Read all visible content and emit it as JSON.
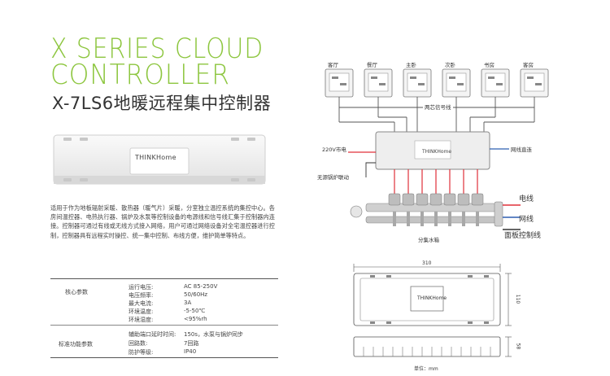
{
  "header": {
    "title_line1": "X SERIES CLOUD",
    "title_line2": "CONTROLLER",
    "subtitle": "X-7LS6地暖远程集中控制器"
  },
  "product": {
    "brand": "THINKHome"
  },
  "description": "适用于作为地板辐射采暖、散热器（暖气片）采暖，分室独立温控系统的集控中心。各房间温控器、电热执行器、锅炉及水泵等控制设备的电源线和信号线汇集于控制器内连接。控制器可通过有线或无线方式接入网络，用户可通过网络设备对全宅温控器进行控制，控制器具有远程实时操控、统一集中控制、布线方便，维护简单等特点。",
  "specs": {
    "core_label": "核心参数",
    "core": [
      {
        "name": "运行电压:",
        "value": "AC 85-250V"
      },
      {
        "name": "电压频率:",
        "value": "50/60Hz"
      },
      {
        "name": "最大电流:",
        "value": "3A"
      },
      {
        "name": "环境温度:",
        "value": "-5-50℃"
      },
      {
        "name": "环境湿度:",
        "value": "<95%rh"
      }
    ],
    "standard_label": "标准功能参数",
    "standard": [
      {
        "name": "辅助端口延时时间:",
        "value": "150s，水泵与锅炉同步"
      },
      {
        "name": "回路数:",
        "value": "7回路"
      },
      {
        "name": "防护等级:",
        "value": "IP40"
      }
    ]
  },
  "diagram": {
    "rooms": [
      "客厅",
      "餐厅",
      "主卧",
      "次卧",
      "书房",
      "客房"
    ],
    "signal_label": "两芯信号线",
    "power_label": "220V市电",
    "network_label": "网线直连",
    "boiler_label": "无源锅炉联动",
    "manifold_label": "分集水箱",
    "legend": {
      "power": "电线",
      "network": "网线",
      "panel": "面板控制线"
    }
  },
  "dimensions": {
    "width": "310",
    "height": "110",
    "depth": "58",
    "unit": "单位：mm"
  },
  "colors": {
    "accent": "#8dc63f",
    "power_line": "#e0303a",
    "network_line": "#2f5fb0",
    "panel_line": "#333333"
  }
}
